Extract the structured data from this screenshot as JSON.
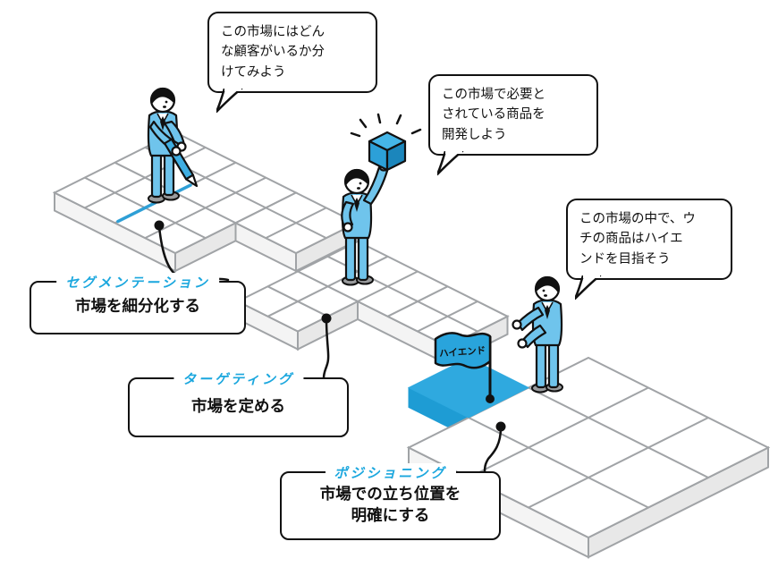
{
  "diagram_subject": "STP marketing framework (Segmentation / Targeting / Positioning) isometric illustration",
  "bubbles": [
    {
      "speaker": "businessman-drawing-line",
      "lines": [
        "この市場にはどん",
        "な顧客がいるか分",
        "けてみよう"
      ]
    },
    {
      "speaker": "businessman-holding-product",
      "lines": [
        "この市場で必要と",
        "されている商品を",
        "開発しよう"
      ]
    },
    {
      "speaker": "businessman-presenting-flag",
      "lines": [
        "この市場の中で、ウ",
        "チの商品はハイエ",
        "ンドを目指そう"
      ]
    }
  ],
  "labels": [
    {
      "title": "セグメンテーション",
      "lines": [
        "市場を細分化する"
      ]
    },
    {
      "title": "ターゲティング",
      "lines": [
        "市場を定める"
      ]
    },
    {
      "title": "ポジショニング",
      "lines": [
        "市場での立ち位置を",
        "明確にする"
      ]
    }
  ],
  "flag": {
    "label": "ハイエンド"
  },
  "icons": [
    "pen-icon",
    "product-cube-icon",
    "flag-icon"
  ],
  "colors": {
    "accent_blue": "#1BA7DE",
    "suit_blue": "#6FC4EC",
    "object_blue": "#29A4DC",
    "tile_blue": "#2FA9DF",
    "grid_gray": "#A0A3A6",
    "outline_black": "#111111"
  }
}
